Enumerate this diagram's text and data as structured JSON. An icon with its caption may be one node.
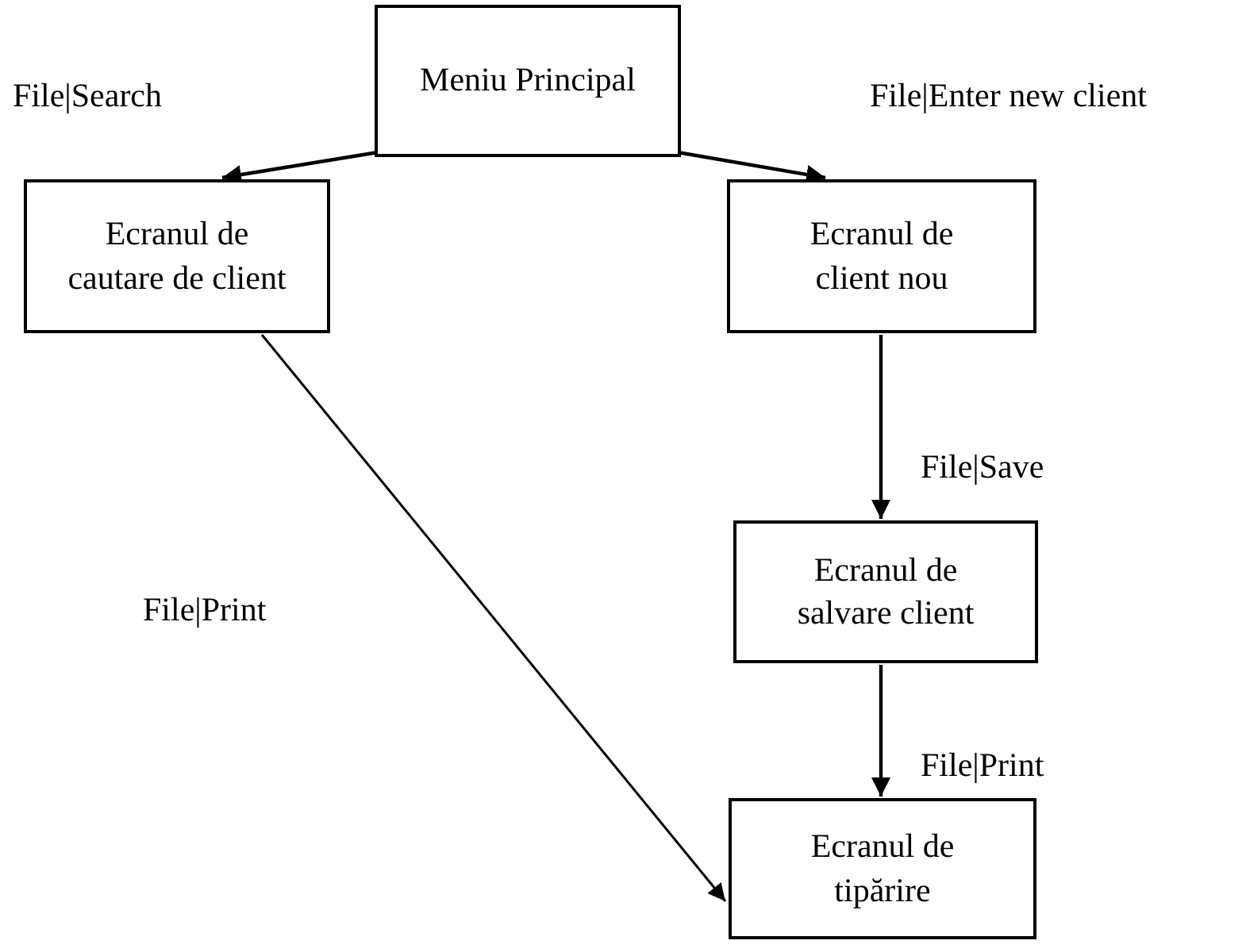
{
  "diagram": {
    "nodes": [
      {
        "text": [
          "Meniu Principal"
        ]
      },
      {
        "text": [
          "Ecranul de cautare de client"
        ]
      },
      {
        "text": [
          "Ecranul de client nou"
        ]
      },
      {
        "text": [
          "Ecranul de salvare client"
        ]
      },
      {
        "text": [
          "Ecranul de tipărire"
        ]
      }
    ],
    "edges": [
      {
        "from": 0,
        "to": 1,
        "arrow": "to",
        "label": "File|Search"
      },
      {
        "from": 0,
        "to": 2,
        "arrow": "to",
        "label": "File|Enter new client"
      },
      {
        "from": 1,
        "to": 4,
        "arrow": "to",
        "label": "File|Print"
      },
      {
        "from": 2,
        "to": 3,
        "arrow": "to",
        "label": "File|Save"
      },
      {
        "from": 3,
        "to": 4,
        "arrow": "to",
        "label": "File|Print"
      }
    ]
  }
}
